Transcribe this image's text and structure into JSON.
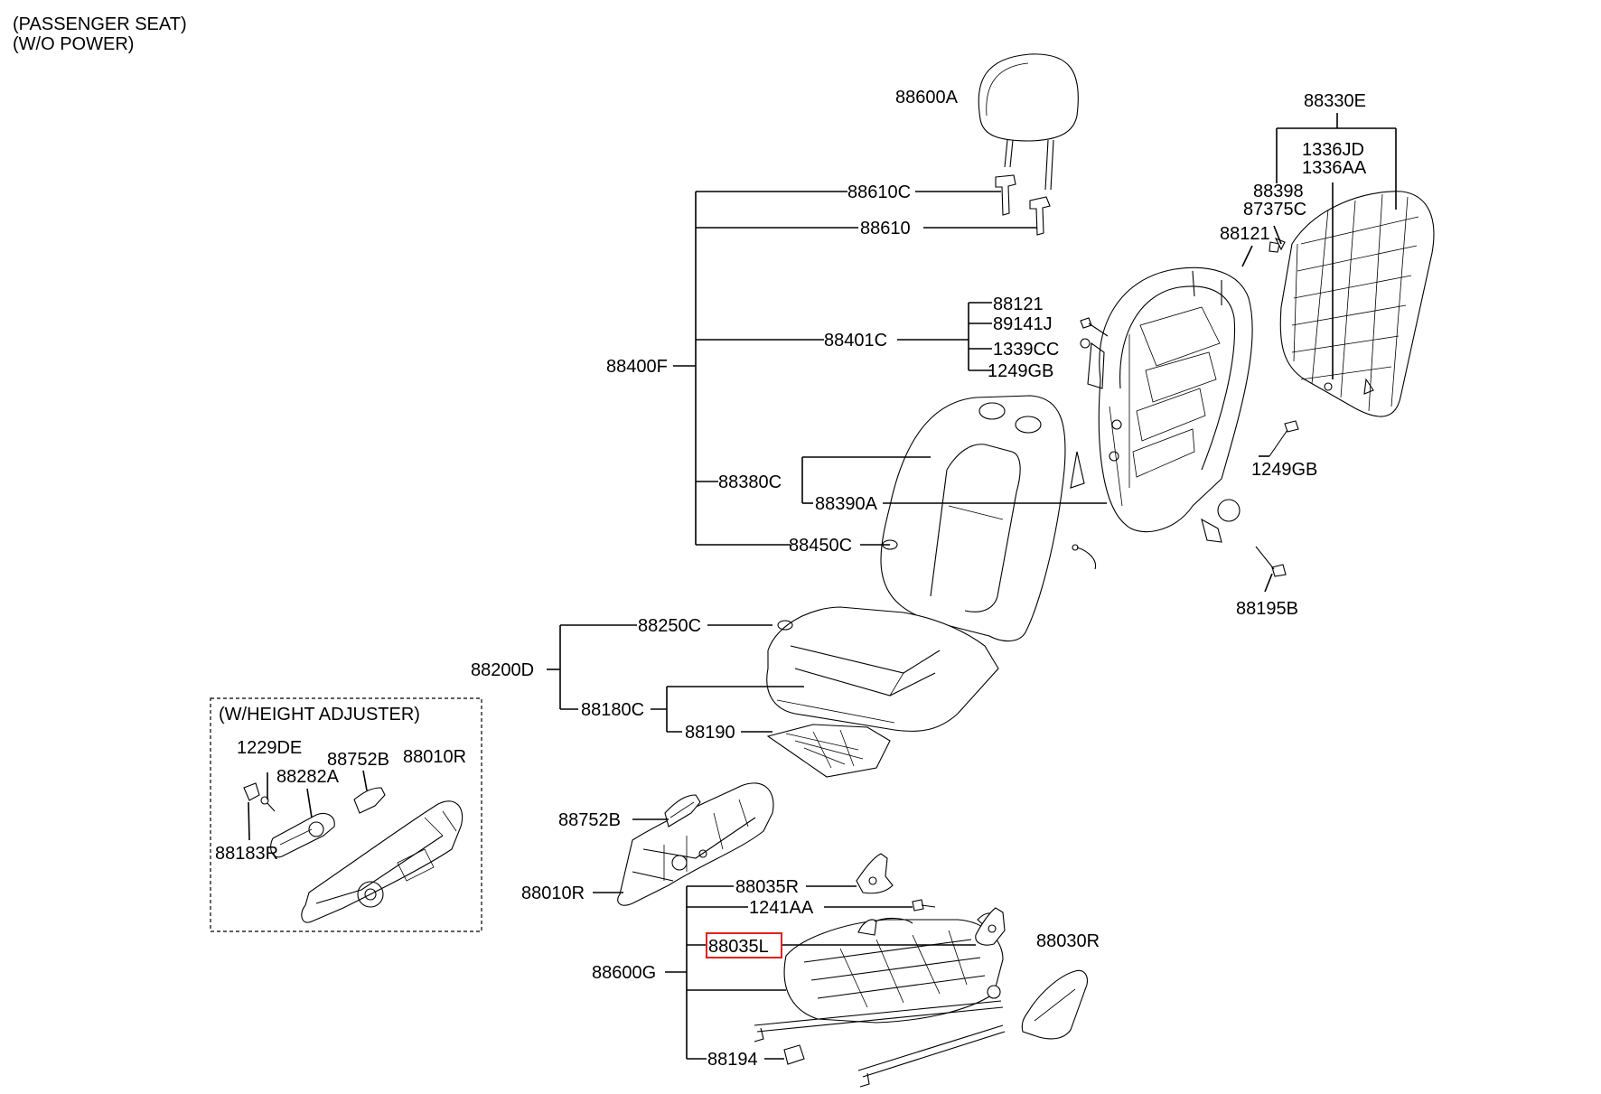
{
  "header": {
    "line1": "(PASSENGER SEAT)",
    "line2": "(W/O POWER)"
  },
  "inset": {
    "title": "(W/HEIGHT ADJUSTER)"
  },
  "highlighted_part": "88035L",
  "parts": {
    "p88600A": "88600A",
    "p88330E": "88330E",
    "p1336JD": "1336JD",
    "p1336AA": "1336AA",
    "p88398": "88398",
    "p87375C": "87375C",
    "p88610C": "88610C",
    "p88610": "88610",
    "p88121_top": "88121",
    "p88121_mid": "88121",
    "p89141J": "89141J",
    "p88401C": "88401C",
    "p1339CC": "1339CC",
    "p1249GB_a": "1249GB",
    "p88400F": "88400F",
    "p88380C": "88380C",
    "p1249GB_b": "1249GB",
    "p88390A": "88390A",
    "p88450C": "88450C",
    "p88195B": "88195B",
    "p88250C": "88250C",
    "p88200D": "88200D",
    "p88180C": "88180C",
    "p88190": "88190",
    "p1229DE": "1229DE",
    "p88752B_inset": "88752B",
    "p88010R_inset": "88010R",
    "p88282A": "88282A",
    "p88183R": "88183R",
    "p88752B": "88752B",
    "p88035R": "88035R",
    "p88010R": "88010R",
    "p1241AA": "1241AA",
    "p88035L": "88035L",
    "p88030R": "88030R",
    "p88600G": "88600G",
    "p88194": "88194"
  }
}
